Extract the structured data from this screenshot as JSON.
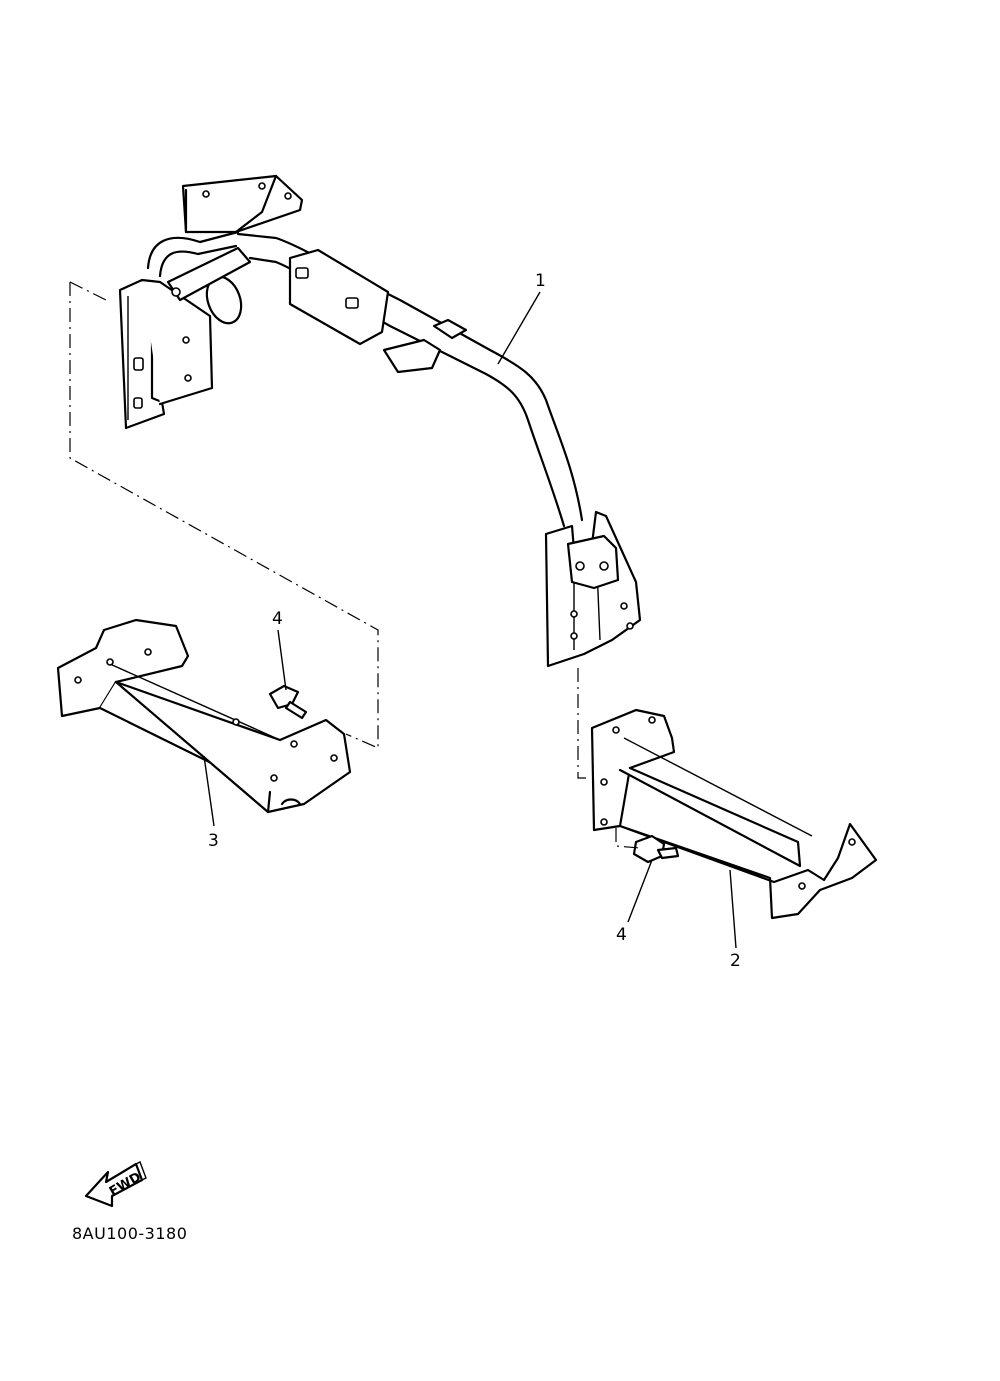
{
  "diagram": {
    "callouts": [
      {
        "id": "callout-1",
        "label": "1"
      },
      {
        "id": "callout-2",
        "label": "2"
      },
      {
        "id": "callout-3",
        "label": "3"
      },
      {
        "id": "callout-4a",
        "label": "4"
      },
      {
        "id": "callout-4b",
        "label": "4"
      }
    ],
    "fwd_label": "FWD",
    "part_code": "8AU100-3180"
  }
}
